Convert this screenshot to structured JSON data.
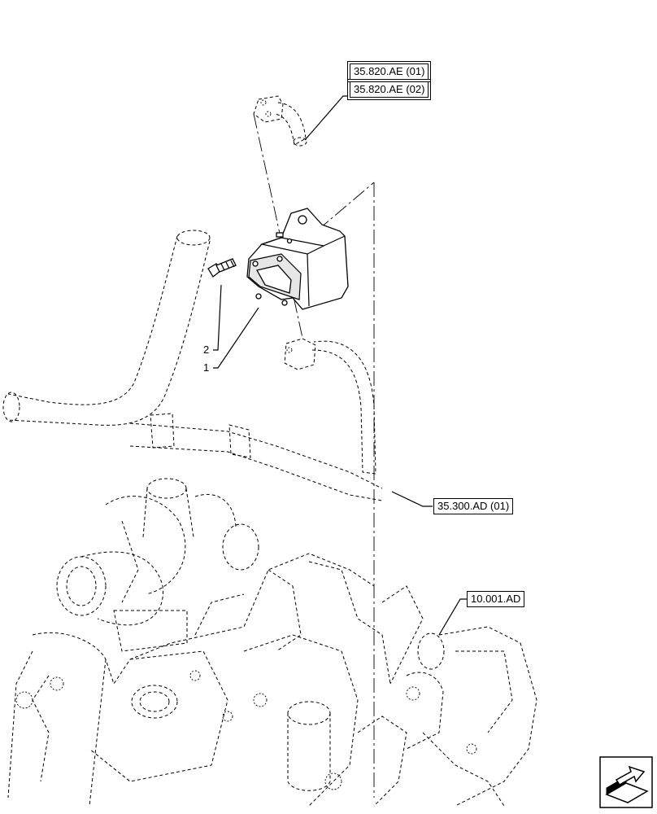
{
  "references": {
    "ref_35_820_01": "35.820.AE (01)",
    "ref_35_820_02": "35.820.AE (02)",
    "ref_35_300": "35.300.AD (01)",
    "ref_10_001": "10.001.AD"
  },
  "callouts": {
    "item_1": "1",
    "item_2": "2"
  },
  "icons": {
    "navigation": "next-page-arrow-icon"
  }
}
